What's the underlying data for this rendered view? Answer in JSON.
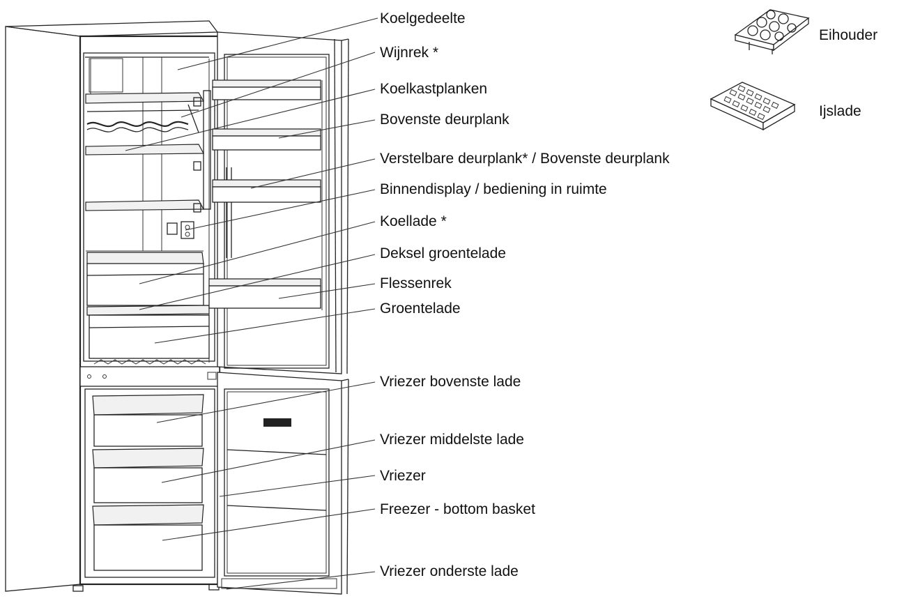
{
  "diagram": {
    "labels": [
      {
        "id": "koelgedeelte",
        "text": "Koelgedeelte"
      },
      {
        "id": "wijnrek",
        "text": "Wijnrek *"
      },
      {
        "id": "koelkastplanken",
        "text": "Koelkastplanken"
      },
      {
        "id": "bovenste-deurplank",
        "text": "Bovenste deurplank"
      },
      {
        "id": "verstelbare-deurplank",
        "text": "Verstelbare deurplank* / Bovenste deurplank"
      },
      {
        "id": "binnendisplay",
        "text": "Binnendisplay / bediening in ruimte"
      },
      {
        "id": "koellade",
        "text": "Koellade *"
      },
      {
        "id": "deksel-groentelade",
        "text": "Deksel groentelade"
      },
      {
        "id": "flessenrek",
        "text": "Flessenrek"
      },
      {
        "id": "groentelade",
        "text": "Groentelade"
      },
      {
        "id": "vriezer-bovenste-lade",
        "text": "Vriezer bovenste lade"
      },
      {
        "id": "vriezer-middelste-lade",
        "text": "Vriezer middelste lade"
      },
      {
        "id": "vriezer",
        "text": "Vriezer"
      },
      {
        "id": "freezer-bottom-basket",
        "text": "Freezer - bottom basket"
      },
      {
        "id": "vriezer-onderste-lade",
        "text": "Vriezer onderste lade"
      }
    ],
    "accessories": [
      {
        "id": "eihouder",
        "text": "Eihouder",
        "icon": "egg-holder-icon"
      },
      {
        "id": "ijslade",
        "text": "Ijslade",
        "icon": "ice-tray-icon"
      }
    ]
  }
}
